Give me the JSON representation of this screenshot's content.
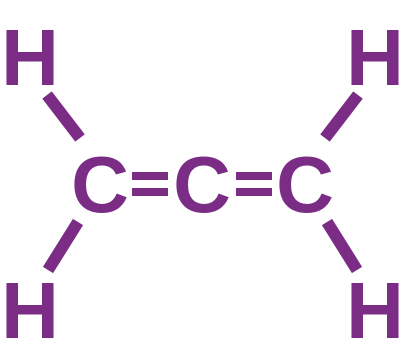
{
  "molecule": {
    "color": "#7b2d86",
    "atoms": [
      {
        "id": "h1",
        "label": "H"
      },
      {
        "id": "h2",
        "label": "H"
      },
      {
        "id": "c1",
        "label": "C"
      },
      {
        "id": "c2",
        "label": "C"
      },
      {
        "id": "c3",
        "label": "C"
      },
      {
        "id": "h3",
        "label": "H"
      },
      {
        "id": "h4",
        "label": "H"
      }
    ],
    "bonds": [
      {
        "from": "h1",
        "to": "c1",
        "order": 1
      },
      {
        "from": "h3",
        "to": "c1",
        "order": 1
      },
      {
        "from": "c1",
        "to": "c2",
        "order": 2
      },
      {
        "from": "c2",
        "to": "c3",
        "order": 2
      },
      {
        "from": "h2",
        "to": "c3",
        "order": 1
      },
      {
        "from": "h4",
        "to": "c3",
        "order": 1
      }
    ]
  }
}
